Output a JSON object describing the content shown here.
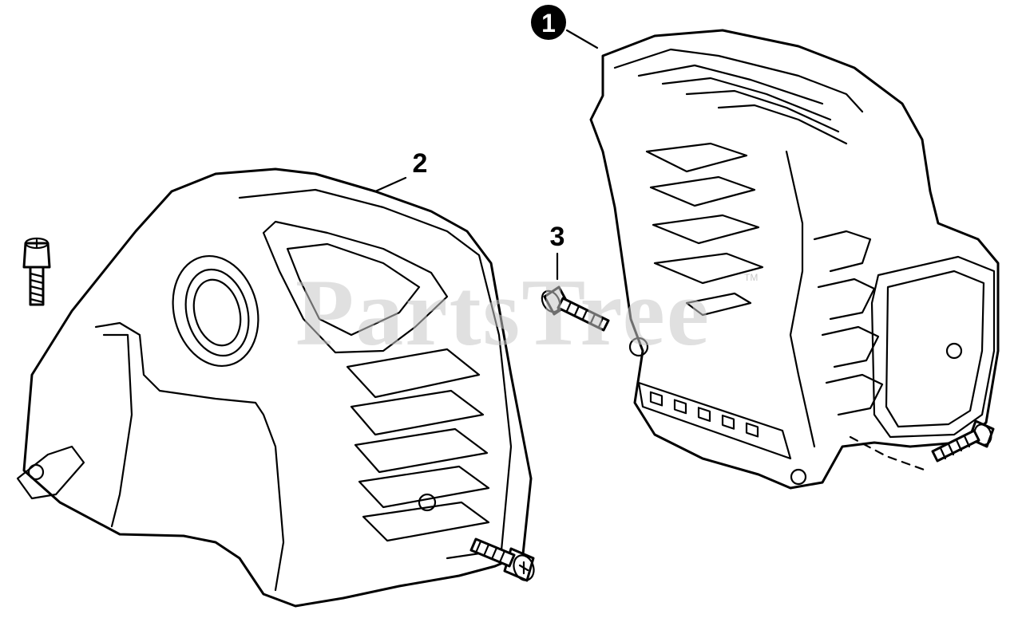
{
  "watermark": {
    "text": "PartsTree",
    "trademark": "TM"
  },
  "callouts": [
    {
      "id": "1",
      "label": "1",
      "style": "filled-circle"
    },
    {
      "id": "2",
      "label": "2",
      "style": "plain"
    },
    {
      "id": "3",
      "label": "3",
      "style": "plain"
    }
  ],
  "colors": {
    "line": "#000000",
    "background": "#ffffff",
    "watermark": "#c8c8c8"
  }
}
